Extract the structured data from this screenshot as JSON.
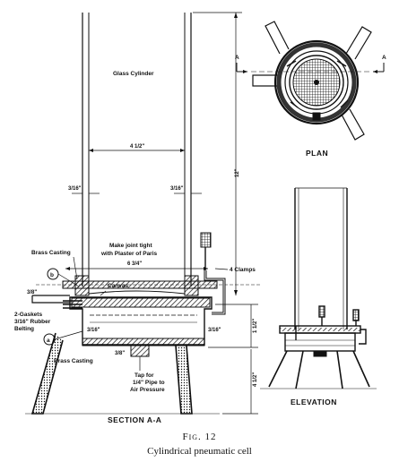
{
  "figure": {
    "number": "Fig. 12",
    "caption": "Cylindrical pneumatic cell"
  },
  "views": {
    "section": "SECTION A-A",
    "plan": "PLAN",
    "elevation": "ELEVATION"
  },
  "labels": {
    "glass_cylinder": "Glass Cylinder",
    "brass_casting_top": "Brass Casting",
    "make_joint_1": "Make joint tight",
    "make_joint_2": "with Plaster of Paris",
    "clamps": "4 Clamps",
    "canvas": "Canvas",
    "gaskets_1": "2-Gaskets",
    "gaskets_2": "3/16\" Rubber",
    "gaskets_3": "Belting",
    "brass_casting_bottom": "Brass Casting",
    "tap_1": "Tap for",
    "tap_2": "1/4\" Pipe to",
    "tap_3": "Air Pressure",
    "marker_b": "b",
    "marker_a": "a",
    "section_mark_left": "A",
    "section_mark_right": "A"
  },
  "dimensions": {
    "inner_diameter": "4 1/2\"",
    "height": "12\"",
    "outer_diameter": "6 3/4\"",
    "wall_left": "3/16\"",
    "wall_right": "3/16\"",
    "base_height": "1 1/2\"",
    "leg_height": "4 1/2\"",
    "flange_left": "3/16\"",
    "flange_right": "3/16\"",
    "bottom_small": "3/8\"",
    "rim_small": "3/8\""
  }
}
